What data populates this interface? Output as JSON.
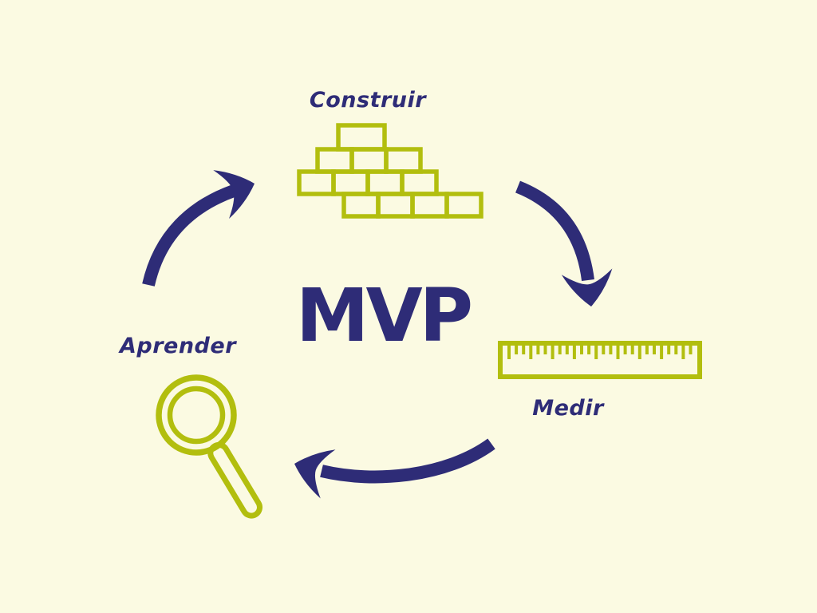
{
  "diagram": {
    "center_title": "MVP",
    "steps": [
      {
        "name": "construir",
        "label": "Construir",
        "icon": "bricks-icon",
        "position": "top"
      },
      {
        "name": "medir",
        "label": "Medir",
        "icon": "ruler-icon",
        "position": "right"
      },
      {
        "name": "aprender",
        "label": "Aprender",
        "icon": "magnifier-icon",
        "position": "left"
      }
    ],
    "cycle_order": [
      "Construir",
      "Medir",
      "Aprender"
    ],
    "colors": {
      "background": "#FBFAE2",
      "green": "#B2BE0E",
      "navy": "#2E2C77"
    }
  }
}
